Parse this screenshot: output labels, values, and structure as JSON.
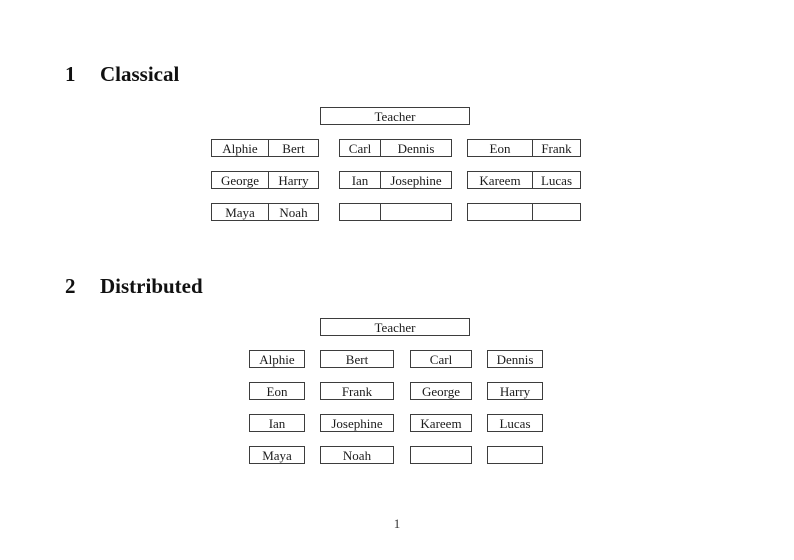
{
  "page_number": "1",
  "sections": [
    {
      "number": "1",
      "title": "Classical",
      "teacher_label": "Teacher",
      "desk_rows": [
        [
          [
            "Alphie",
            "Bert"
          ],
          [
            "Carl",
            "Dennis"
          ],
          [
            "Eon",
            "Frank"
          ]
        ],
        [
          [
            "George",
            "Harry"
          ],
          [
            "Ian",
            "Josephine"
          ],
          [
            "Kareem",
            "Lucas"
          ]
        ],
        [
          [
            "Maya",
            "Noah"
          ],
          [
            "",
            ""
          ],
          [
            "",
            ""
          ]
        ]
      ]
    },
    {
      "number": "2",
      "title": "Distributed",
      "teacher_label": "Teacher",
      "desk_rows": [
        [
          "Alphie",
          "Bert",
          "Carl",
          "Dennis"
        ],
        [
          "Eon",
          "Frank",
          "George",
          "Harry"
        ],
        [
          "Ian",
          "Josephine",
          "Kareem",
          "Lucas"
        ],
        [
          "Maya",
          "Noah",
          "",
          ""
        ]
      ]
    }
  ]
}
